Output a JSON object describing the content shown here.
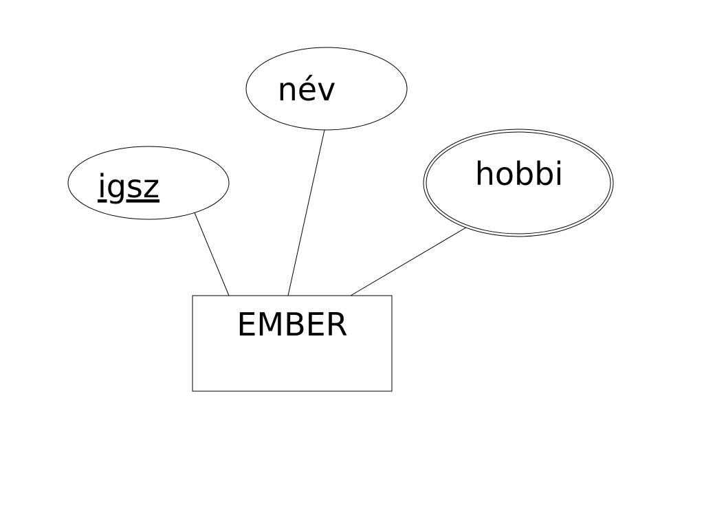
{
  "diagram": {
    "entity": {
      "label": "EMBER"
    },
    "attributes": [
      {
        "id": "igsz",
        "label": "igsz",
        "key": true,
        "multivalued": false
      },
      {
        "id": "nev",
        "label": "név",
        "key": false,
        "multivalued": false
      },
      {
        "id": "hobbi",
        "label": "hobbi",
        "key": false,
        "multivalued": true
      }
    ],
    "connections": [
      {
        "from": "igsz",
        "to": "entity"
      },
      {
        "from": "nev",
        "to": "entity"
      },
      {
        "from": "hobbi",
        "to": "entity"
      }
    ],
    "colors": {
      "stroke": "#000000",
      "background": "#ffffff",
      "text": "#000000"
    }
  }
}
